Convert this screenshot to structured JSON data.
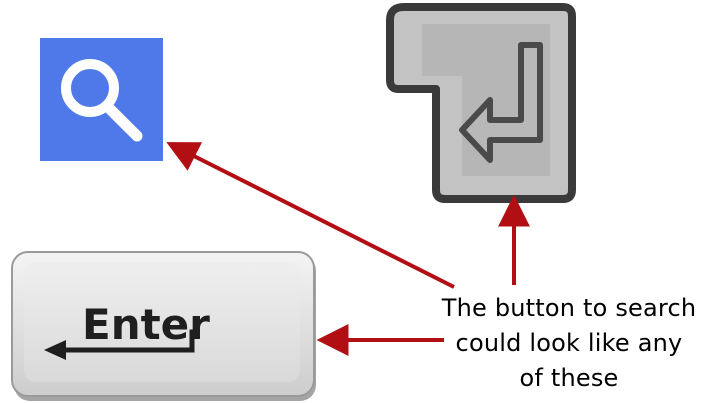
{
  "caption": {
    "line1": "The button to search",
    "line2": "could look like any",
    "line3": "of these"
  },
  "enter_key": {
    "label": "Enter"
  },
  "icons": {
    "search": "magnifying-glass-icon",
    "return_key": "return-arrow-icon",
    "enter_arrow": "left-arrow-icon"
  },
  "colors": {
    "search_blue": "#4f79e8",
    "arrow_red": "#b20f14",
    "key_gray": "#c3c3c3",
    "key_outline": "#3a3a3a"
  }
}
